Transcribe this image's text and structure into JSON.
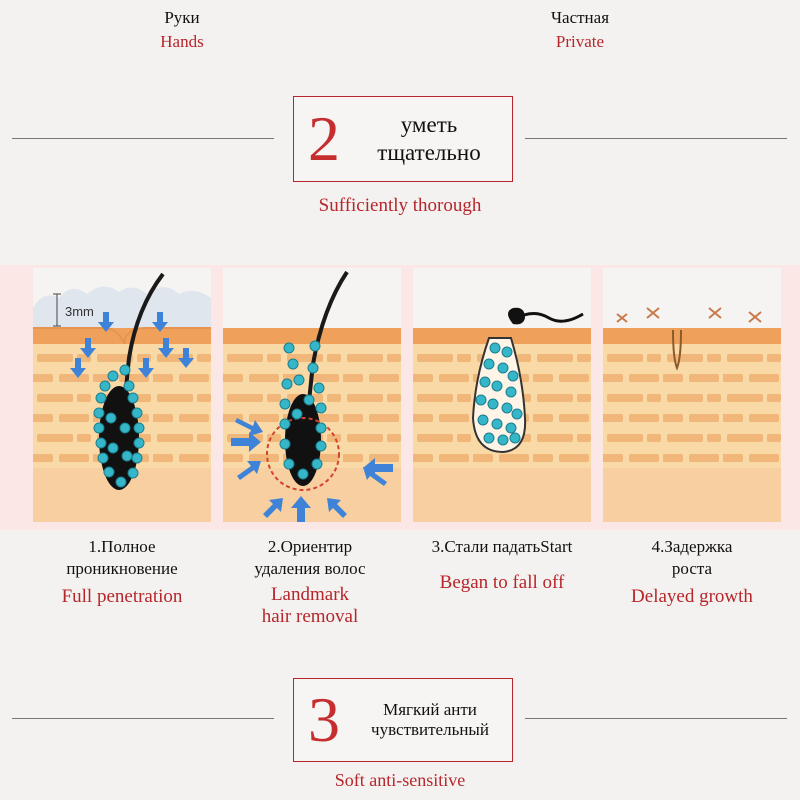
{
  "top": {
    "left": {
      "ru": "Руки",
      "en": "Hands"
    },
    "right": {
      "ru": "Частная",
      "en": "Private"
    }
  },
  "section2": {
    "number": "2",
    "line1": "уметь",
    "line2": "тщательно",
    "subtitle": "Sufficiently thorough"
  },
  "steps": [
    {
      "ru_line1": "1.Полное",
      "ru_line2": "проникновение",
      "en_line1": "Full penetration",
      "en_line2": ""
    },
    {
      "ru_line1": "2.Ориентир",
      "ru_line2": "удаления волос",
      "en_line1": "Landmark",
      "en_line2": "hair removal"
    },
    {
      "ru_line1": "3.Стали падатьStart",
      "ru_line2": "",
      "en_line1": "Began to fall off",
      "en_line2": ""
    },
    {
      "ru_line1": "4.Задержка",
      "ru_line2": "роста",
      "en_line1": "Delayed growth",
      "en_line2": ""
    }
  ],
  "panel1_label": "3mm",
  "section3": {
    "number": "3",
    "line1": "Мягкий анти",
    "line2": "чувствительный",
    "subtitle": "Soft anti-sensitive"
  },
  "colors": {
    "accent_red": "#b6262b",
    "skin_orange": "#f1b36f",
    "skin_light": "#f8d8a3",
    "bead_cyan": "#35b7c9",
    "arrow_blue": "#3f83d8"
  }
}
